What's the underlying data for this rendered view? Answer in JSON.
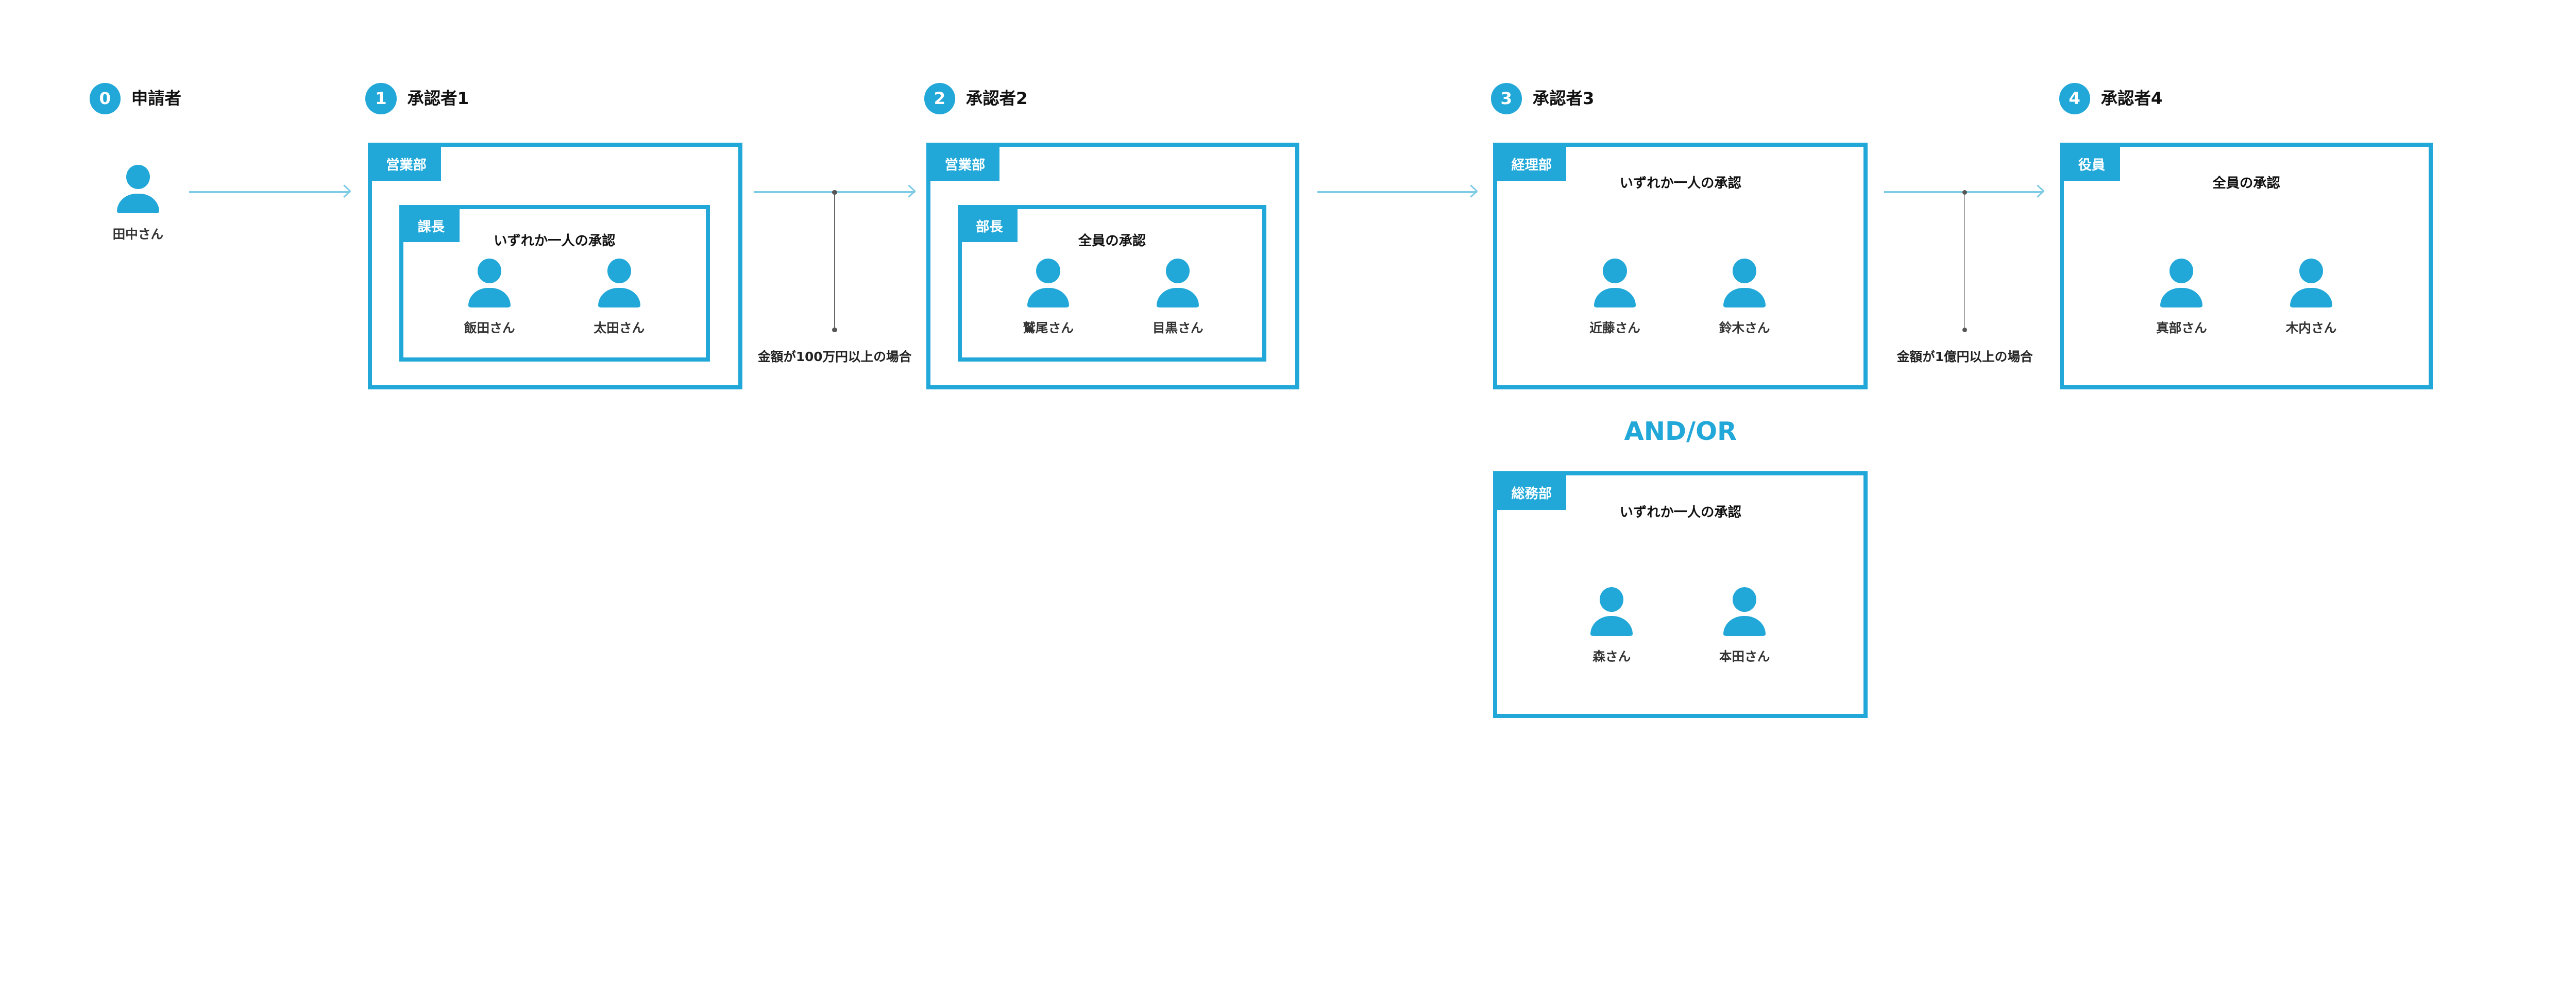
{
  "accent_color": "#21a8d8",
  "arrow_color": "#7ecbe6",
  "steps": [
    {
      "num": "0",
      "label": "申請者"
    },
    {
      "num": "1",
      "label": "承認者1"
    },
    {
      "num": "2",
      "label": "承認者2"
    },
    {
      "num": "3",
      "label": "承認者3"
    },
    {
      "num": "4",
      "label": "承認者4"
    }
  ],
  "applicant": {
    "name": "田中さん",
    "icon": "person-icon"
  },
  "approver1": {
    "department": "営業部",
    "group": {
      "role": "課長",
      "rule": "いずれか一人の承認",
      "members": [
        "飯田さん",
        "太田さん"
      ]
    }
  },
  "condition1": "金額が100万円以上の場合",
  "approver2": {
    "department": "営業部",
    "group": {
      "role": "部長",
      "rule": "全員の承認",
      "members": [
        "鷲尾さん",
        "目黒さん"
      ]
    }
  },
  "approver3": {
    "groups": [
      {
        "department": "経理部",
        "rule": "いずれか一人の承認",
        "members": [
          "近藤さん",
          "鈴木さん"
        ]
      },
      {
        "department": "総務部",
        "rule": "いずれか一人の承認",
        "members": [
          "森さん",
          "本田さん"
        ]
      }
    ],
    "connector": "AND/OR"
  },
  "condition2": "金額が1億円以上の場合",
  "approver4": {
    "department": "役員",
    "rule": "全員の承認",
    "members": [
      "真部さん",
      "木内さん"
    ]
  }
}
